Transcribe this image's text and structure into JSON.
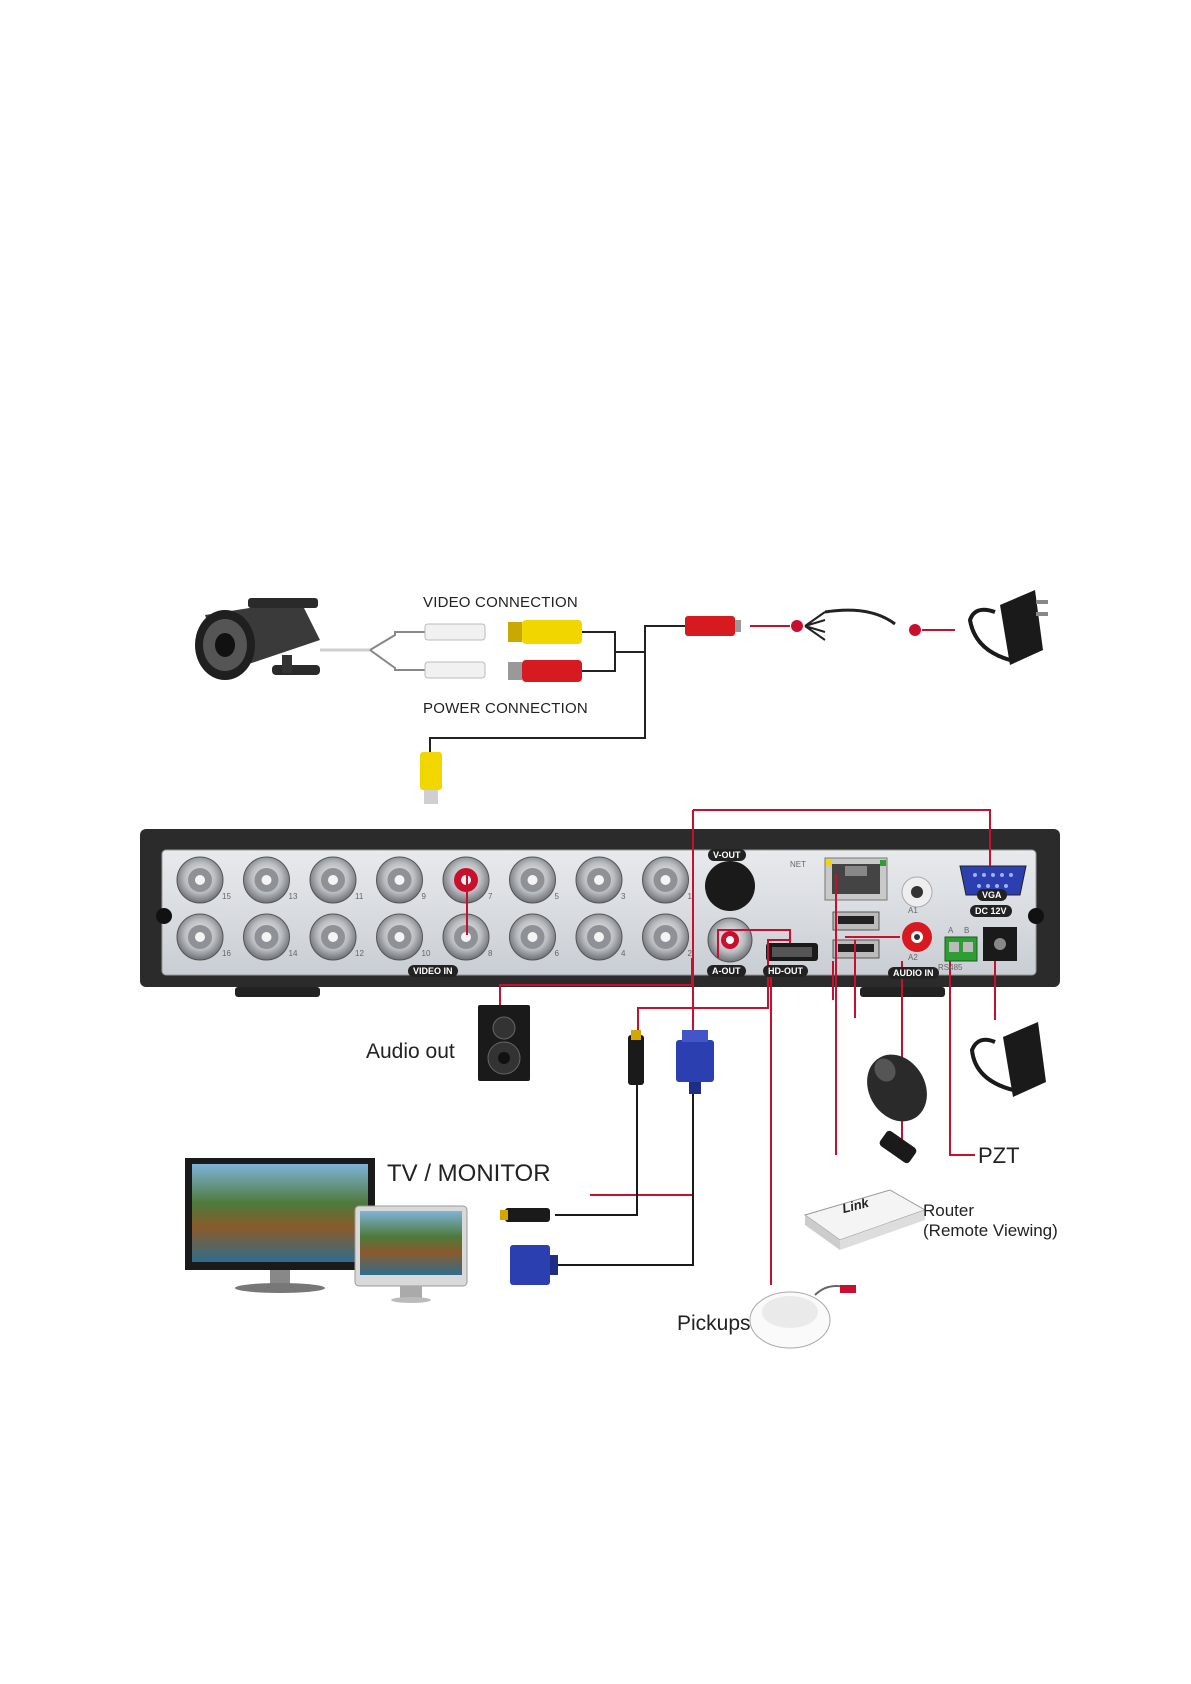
{
  "labels": {
    "video_connection": "VIDEO CONNECTION",
    "power_connection": "POWER CONNECTION",
    "audio_out": "Audio out",
    "tv_monitor": "TV / MONITOR",
    "pzt": "PZT",
    "router": "Router",
    "router_sub": "(Remote Viewing)",
    "pickups": "Pickups"
  },
  "panel": {
    "video_in": "VIDEO IN",
    "v_out": "V-OUT",
    "a_out": "A-OUT",
    "hd_out": "HD-OUT",
    "vga": "VGA",
    "dc12v": "DC 12V",
    "audio_in": "AUDIO IN",
    "net": "NET",
    "rs485": "RS485",
    "a1": "A1",
    "a2": "A2",
    "a": "A",
    "b": "B",
    "router_brand": "Link"
  },
  "bnc_numbers_top": [
    "15",
    "13",
    "11",
    "9",
    "7",
    "5",
    "3",
    "1"
  ],
  "bnc_numbers_bottom": [
    "16",
    "14",
    "12",
    "10",
    "8",
    "6",
    "4",
    "2"
  ],
  "colors": {
    "wire_red": "#c8102e",
    "wire_black": "#1a1a1a",
    "panel_bg": "#d9dde2",
    "chassis": "#2b2b2b",
    "rca_yellow": "#f2d600",
    "rca_red": "#d71920",
    "vga_blue": "#2c3fb0"
  }
}
